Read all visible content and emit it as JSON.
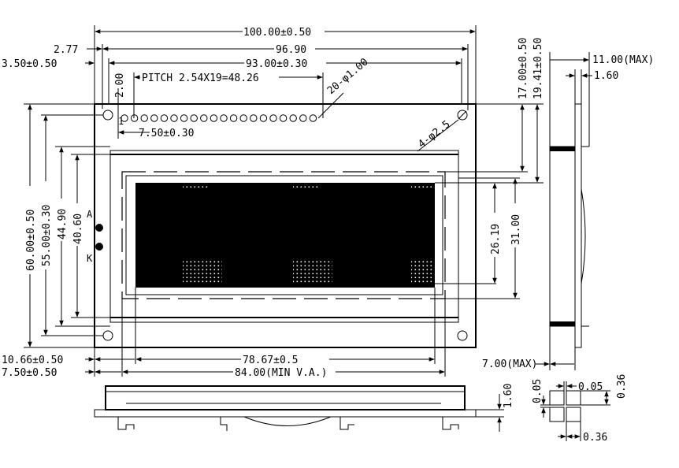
{
  "top_dims": {
    "overall_width": "100.00±0.50",
    "hole_span": "96.90",
    "bracket_span": "93.00±0.30",
    "left_offset_small": "2.77",
    "left_offset": "3.50±0.50",
    "pin_row_height": "2.00",
    "pitch_note": "PITCH 2.54X19=48.26",
    "pin_holes": "20-φ1.00",
    "mount_holes": "4-φ2.5",
    "pin_offset": "7.50±0.30",
    "pin1_label": "1"
  },
  "right_dims": {
    "top_to_va": "17.00±0.50",
    "top_to_aa": "19.41±0.50",
    "char_area_height": "26.19",
    "va_height": "31.00"
  },
  "left_dims": {
    "overall_height": "60.00±0.50",
    "hole_pitch_v": "55.00±0.30",
    "bezel_height": "44.90",
    "glass_height": "40.60",
    "anode_label": "A",
    "cathode_label": "K"
  },
  "bottom_dims": {
    "aa_offset": "10.66±0.50",
    "va_offset": "7.50±0.50",
    "aa_width": "78.67±0.5",
    "va_width": "84.00(MIN V.A.)",
    "pcb_thickness": "1.60"
  },
  "side_dims": {
    "max_thickness": "11.00(MAX)",
    "pcb_thickness": "1.60",
    "module_depth": "7.00(MAX)"
  },
  "dot_dims": {
    "gap_v": "0.05",
    "gap_h": "0.05",
    "dot_height": "0.36",
    "dot_width": "0.36"
  }
}
